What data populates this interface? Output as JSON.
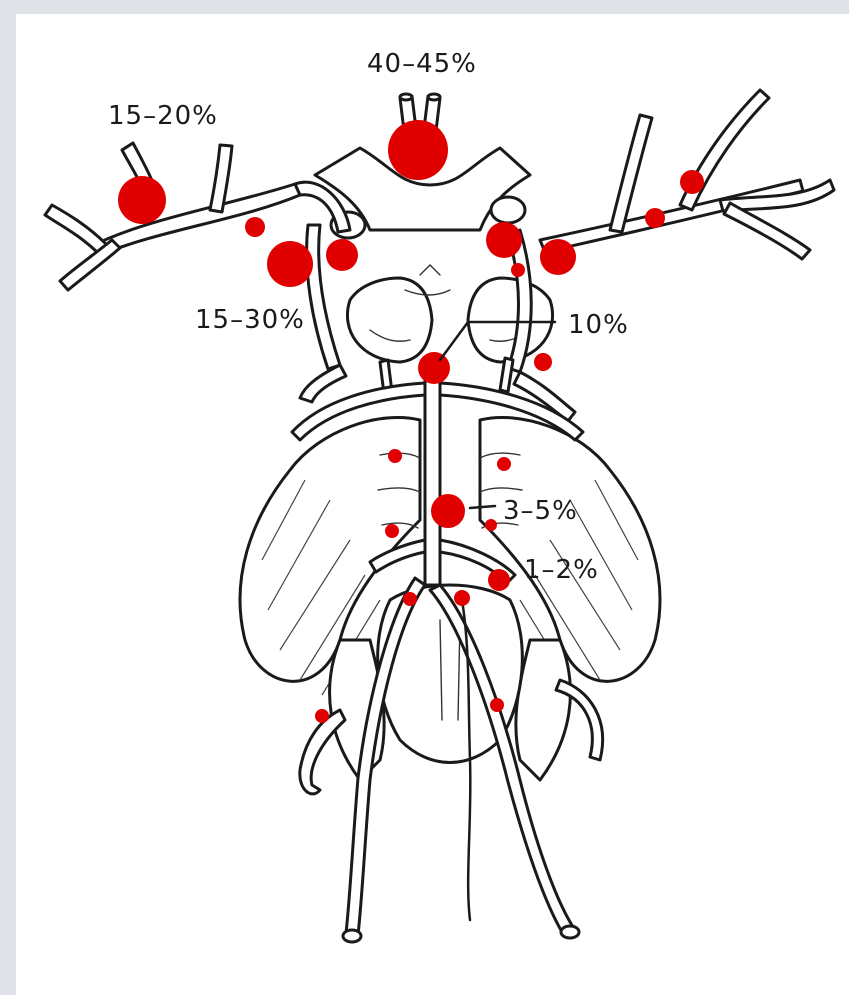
{
  "labels": {
    "basilar_tip": "40–45%",
    "mca": "15–20%",
    "pcom": "15–30%",
    "top_basilar": "10%",
    "basilar_trunk": "3–5%",
    "vertebral": "1–2%"
  },
  "colors": {
    "aneurysm": "#e10000",
    "outline": "#1a1a1a",
    "background": "#ffffff"
  }
}
